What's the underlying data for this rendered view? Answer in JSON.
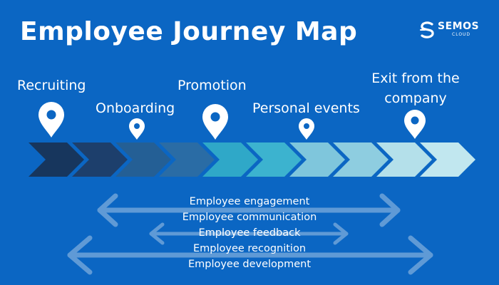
{
  "title": "Employee Journey Map",
  "logo": {
    "name": "SEMOS",
    "sub": "CLOUD"
  },
  "stages": [
    {
      "label": "Recruiting"
    },
    {
      "label": "Onboarding"
    },
    {
      "label": "Promotion"
    },
    {
      "label": "Personal events"
    },
    {
      "label_line1": "Exit from the",
      "label_line2": "company"
    }
  ],
  "themes": [
    "Employee engagement",
    "Employee communication",
    "Employee feedback",
    "Employee recognition",
    "Employee development"
  ],
  "colors": {
    "background": "#0b66c3",
    "chevrons": [
      "#17365d",
      "#1d3f6c",
      "#245f95",
      "#2a6ca5",
      "#2fa8c8",
      "#3cb3cf",
      "#7fc6dc",
      "#8ecde0",
      "#b4e0ea",
      "#c1e7ef"
    ],
    "arrows": "#5f9ad6",
    "pin": "#ffffff"
  }
}
